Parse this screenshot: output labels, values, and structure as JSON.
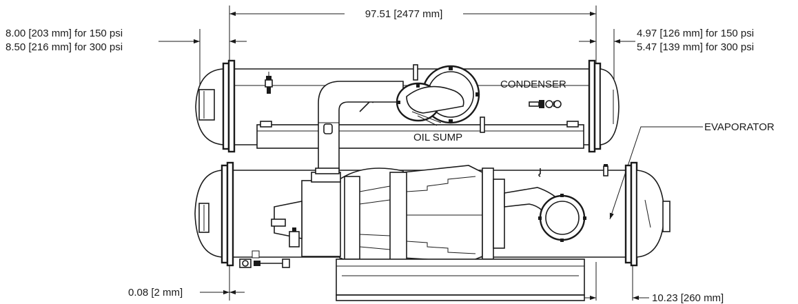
{
  "dimensions": {
    "overall_length": "97.51 [2477 mm]",
    "left_clearance_150": "8.00 [203 mm] for 150 psi",
    "left_clearance_300": "8.50 [216 mm] for 300 psi",
    "right_clearance_150": "4.97 [126 mm] for 150 psi",
    "right_clearance_300": "5.47 [139 mm] for 300 psi",
    "bottom_left_offset": "0.08 [2 mm]",
    "bottom_right_offset": "10.23 [260 mm]"
  },
  "components": {
    "condenser": "CONDENSER",
    "oil_sump": "OIL SUMP",
    "evaporator": "EVAPORATOR"
  }
}
